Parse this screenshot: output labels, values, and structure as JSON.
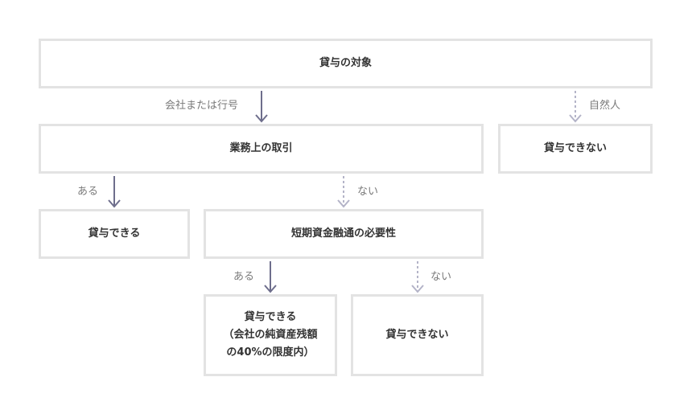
{
  "colors": {
    "box_border": "#e3e3e3",
    "solid_arrow": "#6e6e8c",
    "dashed_arrow": "#b4b4c8",
    "label_text": "#7a7a7a",
    "box_text": "#333333"
  },
  "nodes": {
    "root": "貸与の対象",
    "business": "業務上の取引",
    "natural_no": "貸与できない",
    "business_yes": "貸与できる",
    "need": "短期資金融通の必要性",
    "need_yes_lines": [
      "貸与できる",
      "（会社の純資産残額",
      "の40%の限度内）"
    ],
    "need_no": "貸与できない"
  },
  "edges": {
    "company": "会社または行号",
    "natural": "自然人",
    "business_yes": "ある",
    "business_no": "ない",
    "need_yes": "ある",
    "need_no": "ない"
  }
}
